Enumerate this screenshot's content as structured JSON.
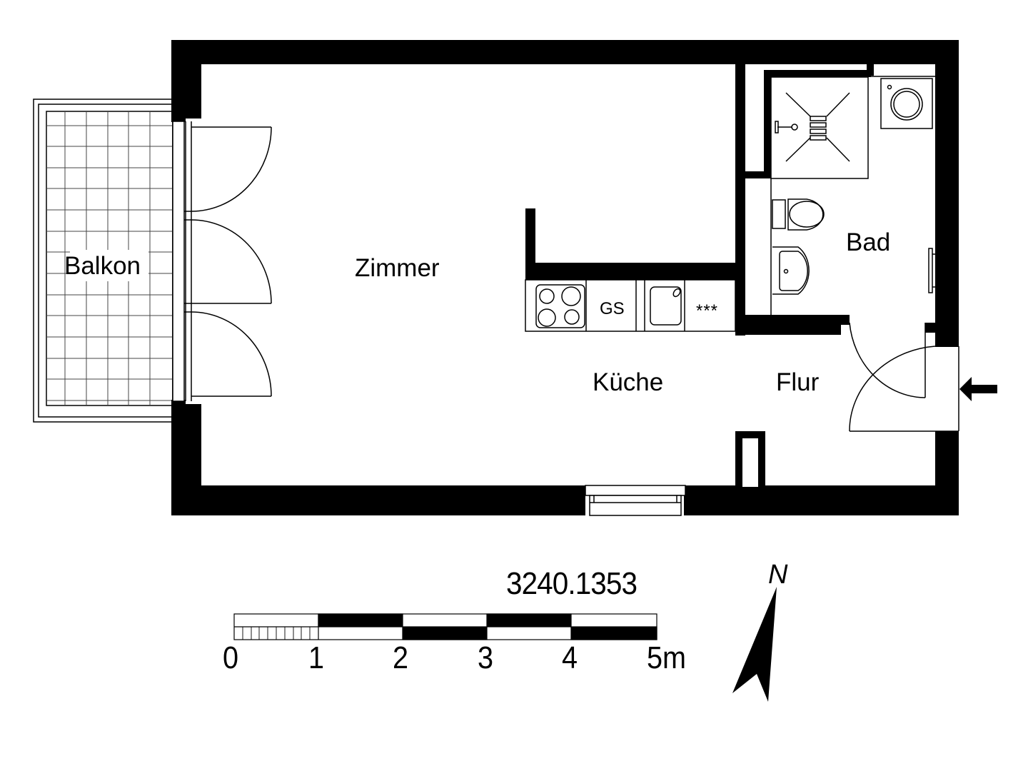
{
  "rooms": {
    "balkon": "Balkon",
    "zimmer": "Zimmer",
    "kueche": "Küche",
    "flur": "Flur",
    "bad": "Bad"
  },
  "kitchen": {
    "dishwasher_label": "GS",
    "extra_unit_label": "***"
  },
  "plan_id": "3240.1353",
  "scale_bar": {
    "ticks": [
      "0",
      "1",
      "2",
      "3",
      "4",
      "5m"
    ],
    "unit": "m",
    "max_m": 5
  },
  "north_arrow": {
    "label": "N"
  },
  "colors": {
    "wall": "#000000",
    "background": "#ffffff",
    "line": "#000000"
  },
  "icons": {
    "entrance": "arrow-left-icon",
    "north": "north-arrow-icon"
  }
}
